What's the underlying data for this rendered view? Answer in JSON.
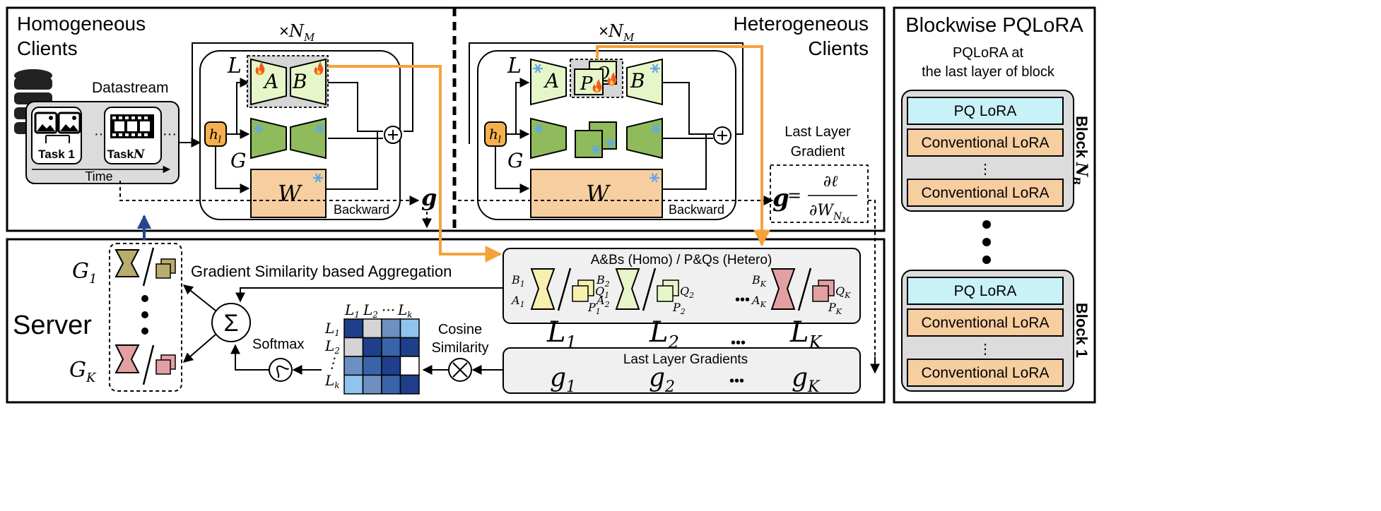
{
  "homo": {
    "title_line1": "Homogeneous",
    "title_line2": "Clients",
    "datastream": "Datastream",
    "task1": "Task 1",
    "taskN": "Task",
    "taskN_var": "N",
    "time": "Time",
    "dots": "···",
    "repeat": "×",
    "repeat_var": "N",
    "repeat_sub": "M",
    "L": "L",
    "G": "G",
    "W": "W",
    "A": "A",
    "B": "B",
    "hl": "h",
    "hl_sub": "l",
    "backward": "Backward",
    "g": "g"
  },
  "hetero": {
    "title_line1": "Heterogeneous",
    "title_line2": "Clients",
    "repeat": "×",
    "repeat_var": "N",
    "repeat_sub": "M",
    "L": "L",
    "G": "G",
    "W": "W",
    "A": "A",
    "B": "B",
    "P": "P",
    "Q": "Q",
    "hl": "h",
    "hl_sub": "l",
    "backward": "Backward",
    "grad_title_line1": "Last Layer",
    "grad_title_line2": "Gradient",
    "g": "g",
    "eq": "=",
    "numer": "∂ℓ",
    "denom": "∂W",
    "denom_sub": "N",
    "denom_subsub": "M"
  },
  "right": {
    "title": "Blockwise PQLoRA",
    "sub_line1": "PQLoRA at",
    "sub_line2": "the last layer of block",
    "pq": "PQ LoRA",
    "conv": "Conventional LoRA",
    "vdots": "⋮",
    "block_top": "Block ",
    "block_top_var": "N",
    "block_top_sub": "B",
    "block_bottom": "Block 1"
  },
  "server": {
    "title": "Server",
    "aggregation": "Gradient Similarity based Aggregation",
    "softmax": "Softmax",
    "cosine_line1": "Cosine",
    "cosine_line2": "Similarity",
    "sigma": "Σ",
    "otimes": "⊗",
    "G1": "G",
    "G1_sub": "1",
    "GK": "G",
    "GK_sub": "K",
    "adapters_title": "A&Bs (Homo) / P&Qs (Hetero)",
    "grads_title": "Last Layer Gradients",
    "L_labels": [
      {
        "v": "L",
        "s": "1"
      },
      {
        "v": "L",
        "s": "2"
      },
      {
        "v": "L",
        "s": "K"
      }
    ],
    "g_labels": [
      {
        "v": "g",
        "s": "1"
      },
      {
        "v": "g",
        "s": "2"
      },
      {
        "v": "g",
        "s": "K"
      }
    ],
    "matrix_cols": [
      {
        "v": "L",
        "s": "1"
      },
      {
        "v": "L",
        "s": "2"
      },
      {
        "v": "···",
        "s": ""
      },
      {
        "v": "L",
        "s": "k"
      }
    ],
    "matrix_rows": [
      {
        "v": "L",
        "s": "1"
      },
      {
        "v": "L",
        "s": "2"
      },
      {
        "v": "⋮",
        "s": ""
      },
      {
        "v": "L",
        "s": "k"
      }
    ],
    "matrix_colors": [
      [
        "#1f3f8a",
        "#d4d4d4",
        "#6d8fc1",
        "#8ec4ee"
      ],
      [
        "#d4d4d4",
        "#1f3f8a",
        "#3a64a9",
        "#1f3f8a"
      ],
      [
        "#6d8fc1",
        "#3a64a9",
        "#1f3f8a",
        "#ffffff"
      ],
      [
        "#8ec4ee",
        "#6d8fc1",
        "#3a64a9",
        "#1f3f8a"
      ]
    ],
    "ellipsis": "•••"
  },
  "colors": {
    "orange": "#f5a23b",
    "navy": "#21488f",
    "lora_green": "#e7f6c8",
    "dark_green": "#8fbb5c",
    "w_orange": "#f7ceA0",
    "hl_orange": "#f5b04d",
    "pq_cyan": "#c8f1f8",
    "khaki": "#b8ad6c",
    "pink": "#e3a0a3",
    "yellow": "#f7efad",
    "panel_gray": "#dcdcdc"
  }
}
